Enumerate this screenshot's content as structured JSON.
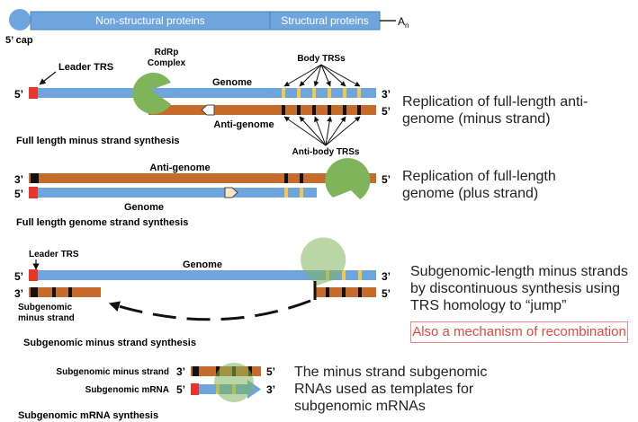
{
  "colors": {
    "genome_blue": "#6fa5dd",
    "antigenome_orange": "#c56b2c",
    "leader_red": "#e8362a",
    "trs_yellow": "#f2c94c",
    "antibody_black": "#111111",
    "rdrp_green": "#7fb55a",
    "note_red": "#e24a3c"
  },
  "top_bar": {
    "cap_label": "5’ cap",
    "nonstructural": "Non-structural proteins",
    "structural": "Structural proteins",
    "polyA": "A",
    "polyA_sub": "n"
  },
  "section1": {
    "leader_trs": "Leader TRS",
    "rdrp_line1": "RdRp",
    "rdrp_line2": "Complex",
    "body_trss": "Body TRSs",
    "genome": "Genome",
    "antigenome": "Anti-genome",
    "antibody_trss": "Anti-body TRSs",
    "caption": "Full length minus strand synthesis",
    "end_5_top": "5’",
    "end_3_top": "3’",
    "end_5_bottom": "5’",
    "description": "Replication of full-length anti-genome (minus strand)"
  },
  "section2": {
    "antigenome": "Anti-genome",
    "genome": "Genome",
    "caption": "Full length genome strand synthesis",
    "end_3_top": "3’",
    "end_5_bottom_left": "5’",
    "end_5_top_right": "5’",
    "description": "Replication of full-length genome (plus strand)"
  },
  "section3": {
    "leader_trs": "Leader TRS",
    "genome": "Genome",
    "subgenomic_line1": "Subgenomic",
    "subgenomic_line2": "minus strand",
    "caption": "Subgenomic minus strand synthesis",
    "end_5_left": "5’",
    "end_3_left": "3’",
    "end_3_right": "3’",
    "end_5_right": "5’",
    "description": "Subgenomic-length minus strands by discontinuous synthesis using TRS homology to “jump”",
    "note": "Also a mechanism of recombination"
  },
  "section4": {
    "label_minus": "Subgenomic  minus strand",
    "label_mrna": "Subgenomic mRNA",
    "caption": "Subgenomic mRNA synthesis",
    "end_3_left": "3’",
    "end_5_right": "5’",
    "end_5_left": "5’",
    "end_3_right": "3’",
    "description": "The minus strand subgenomic RNAs used as templates for subgenomic mRNAs"
  }
}
